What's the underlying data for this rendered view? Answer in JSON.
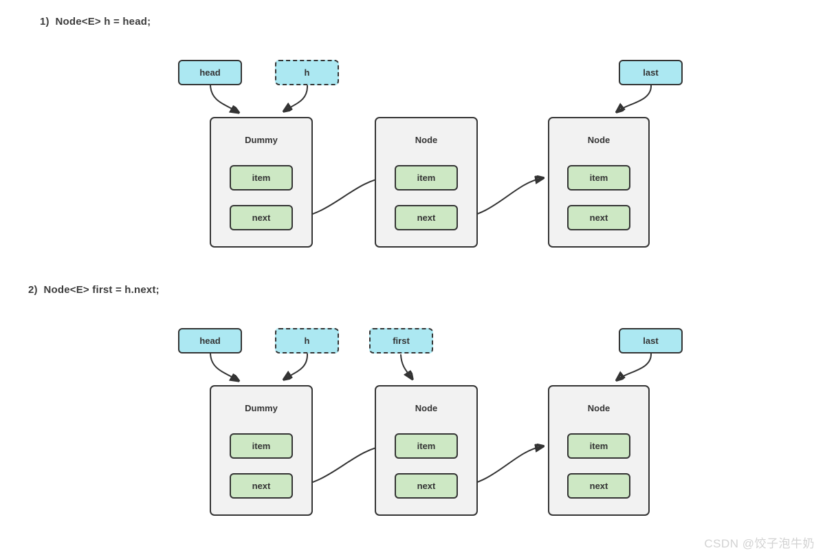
{
  "colors": {
    "pointer_fill": "#ace8f2",
    "node_fill": "#f2f2f2",
    "field_fill": "#cde8c4",
    "outline": "#333333",
    "title_text": "#3b3b3b",
    "watermark_text": "#d2d2d2"
  },
  "watermark": "CSDN @饺子泡牛奶",
  "steps": [
    {
      "title": "1)  Node<E> h = head;",
      "pointers": [
        {
          "label": "head",
          "style": "solid"
        },
        {
          "label": "h",
          "style": "dashed"
        },
        {
          "label": "last",
          "style": "solid"
        }
      ],
      "nodes": [
        {
          "title": "Dummy",
          "fields": [
            "item",
            "next"
          ]
        },
        {
          "title": "Node",
          "fields": [
            "item",
            "next"
          ]
        },
        {
          "title": "Node",
          "fields": [
            "item",
            "next"
          ]
        }
      ]
    },
    {
      "title": "2)  Node<E> first = h.next;",
      "pointers": [
        {
          "label": "head",
          "style": "solid"
        },
        {
          "label": "h",
          "style": "dashed"
        },
        {
          "label": "first",
          "style": "dashed"
        },
        {
          "label": "last",
          "style": "solid"
        }
      ],
      "nodes": [
        {
          "title": "Dummy",
          "fields": [
            "item",
            "next"
          ]
        },
        {
          "title": "Node",
          "fields": [
            "item",
            "next"
          ]
        },
        {
          "title": "Node",
          "fields": [
            "item",
            "next"
          ]
        }
      ]
    }
  ]
}
